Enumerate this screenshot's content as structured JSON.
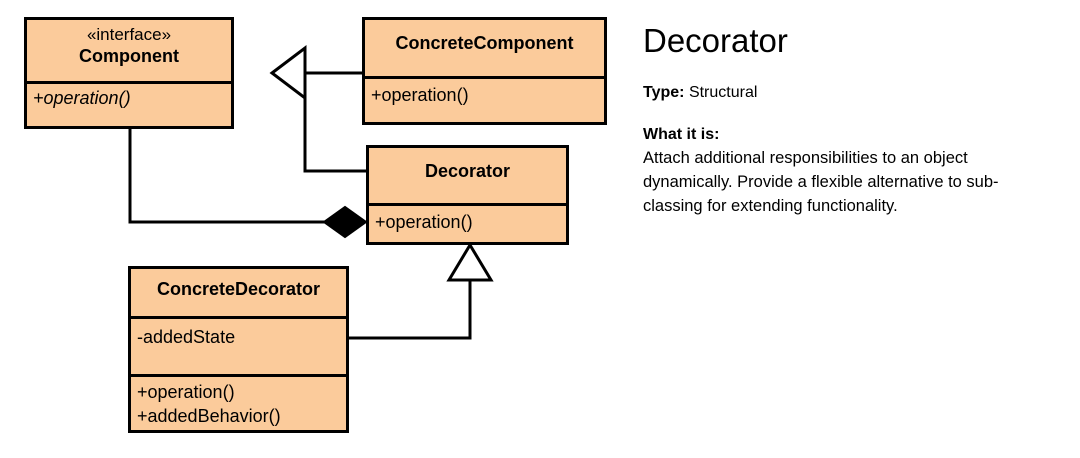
{
  "diagram": {
    "kind": "uml-class-diagram",
    "fill_color": "#FBCB9B",
    "line_color": "#000000",
    "classes": [
      {
        "id": "component",
        "stereotype": "«interface»",
        "name": "Component",
        "attributes": [],
        "operations": [
          "+operation()"
        ],
        "operations_italic": true
      },
      {
        "id": "concretecomponent",
        "stereotype": "",
        "name": "ConcreteComponent",
        "attributes": [],
        "operations": [
          "+operation()"
        ],
        "operations_italic": false
      },
      {
        "id": "decorator",
        "stereotype": "",
        "name": "Decorator",
        "attributes": [],
        "operations": [
          "+operation()"
        ],
        "operations_italic": false
      },
      {
        "id": "concretedecorator",
        "stereotype": "",
        "name": "ConcreteDecorator",
        "attributes": [
          "-addedState"
        ],
        "operations": [
          "+operation()",
          "+addedBehavior()"
        ],
        "operations_italic": false
      }
    ],
    "relationships": [
      {
        "type": "generalization",
        "from": "ConcreteComponent",
        "to": "Component",
        "marker": "hollow-triangle"
      },
      {
        "type": "generalization",
        "from": "Decorator",
        "to": "Component",
        "marker": "hollow-triangle"
      },
      {
        "type": "composition",
        "from": "Decorator",
        "to": "Component",
        "marker": "filled-diamond"
      },
      {
        "type": "generalization",
        "from": "ConcreteDecorator",
        "to": "Decorator",
        "marker": "hollow-triangle"
      }
    ]
  },
  "info": {
    "title": "Decorator",
    "type_label": "Type:",
    "type_value": "Structural",
    "what_label": "What it is:",
    "what_text": "Attach additional responsibilities to an object dynamically. Provide a flexible alternative to sub-classing for extending functionality."
  }
}
